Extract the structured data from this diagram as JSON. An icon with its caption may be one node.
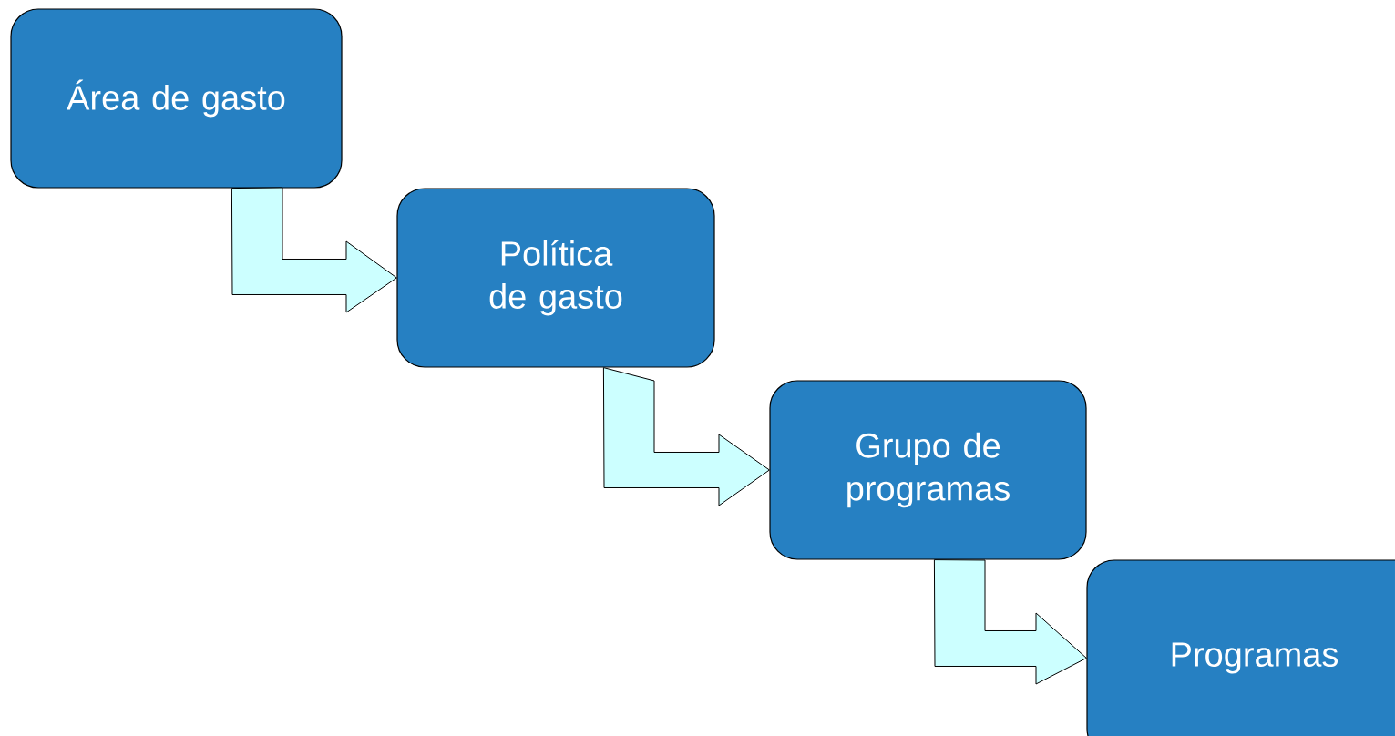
{
  "diagram": {
    "nodes": [
      {
        "text": [
          "Área de gasto"
        ]
      },
      {
        "text": [
          "Política de gasto"
        ]
      },
      {
        "text": [
          "Grupo de programas"
        ]
      },
      {
        "text": [
          "Programas"
        ]
      }
    ],
    "edges": [
      {
        "from": 0,
        "to": 1,
        "arrow": "to"
      },
      {
        "from": 1,
        "to": 2,
        "arrow": "to"
      },
      {
        "from": 2,
        "to": 3,
        "arrow": "to"
      }
    ]
  }
}
